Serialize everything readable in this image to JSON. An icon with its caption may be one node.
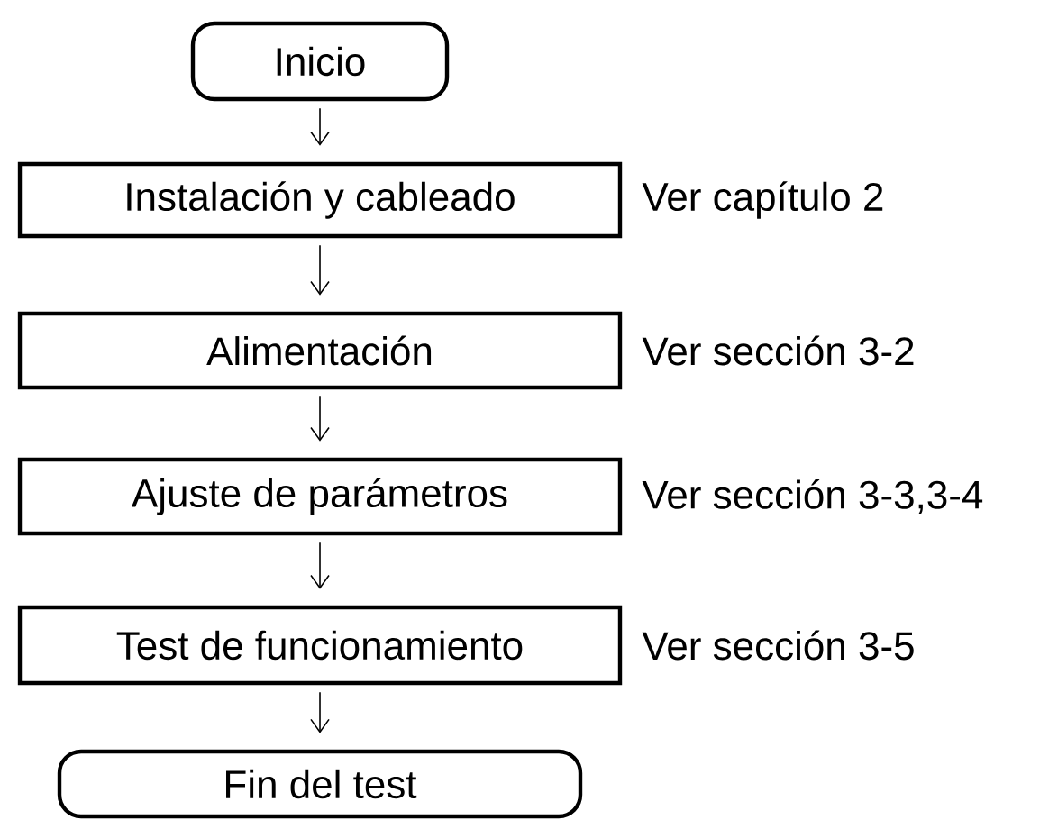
{
  "diagram": {
    "nodes": [
      {
        "text": [
          "Inicio"
        ]
      },
      {
        "text": [
          "Instalación y cableado"
        ],
        "beside": [
          "Ver capítulo 2"
        ]
      },
      {
        "text": [
          "Alimentación"
        ],
        "beside": [
          "Ver sección 3-2"
        ]
      },
      {
        "text": [
          "Ajuste de parámetros"
        ],
        "beside": [
          "Ver sección 3-3,3-4"
        ]
      },
      {
        "text": [
          "Test de funcionamiento"
        ],
        "beside": [
          "Ver sección 3-5"
        ]
      },
      {
        "text": [
          "Fin del test"
        ]
      }
    ],
    "edges": [
      {
        "from": 0,
        "to": 1,
        "arrow": "to"
      },
      {
        "from": 1,
        "to": 2,
        "arrow": "to"
      },
      {
        "from": 2,
        "to": 3,
        "arrow": "to"
      },
      {
        "from": 3,
        "to": 4,
        "arrow": "to"
      },
      {
        "from": 4,
        "to": 5,
        "arrow": "to"
      }
    ]
  }
}
